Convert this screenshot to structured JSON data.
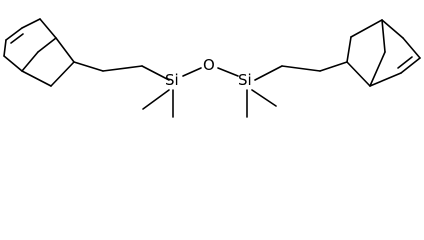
{
  "molecule": {
    "atoms": {
      "si_left": "Si",
      "oxygen": "O",
      "si_right": "Si"
    },
    "colors": {
      "bond": "#000000",
      "label": "#000000",
      "background": "#ffffff"
    }
  }
}
